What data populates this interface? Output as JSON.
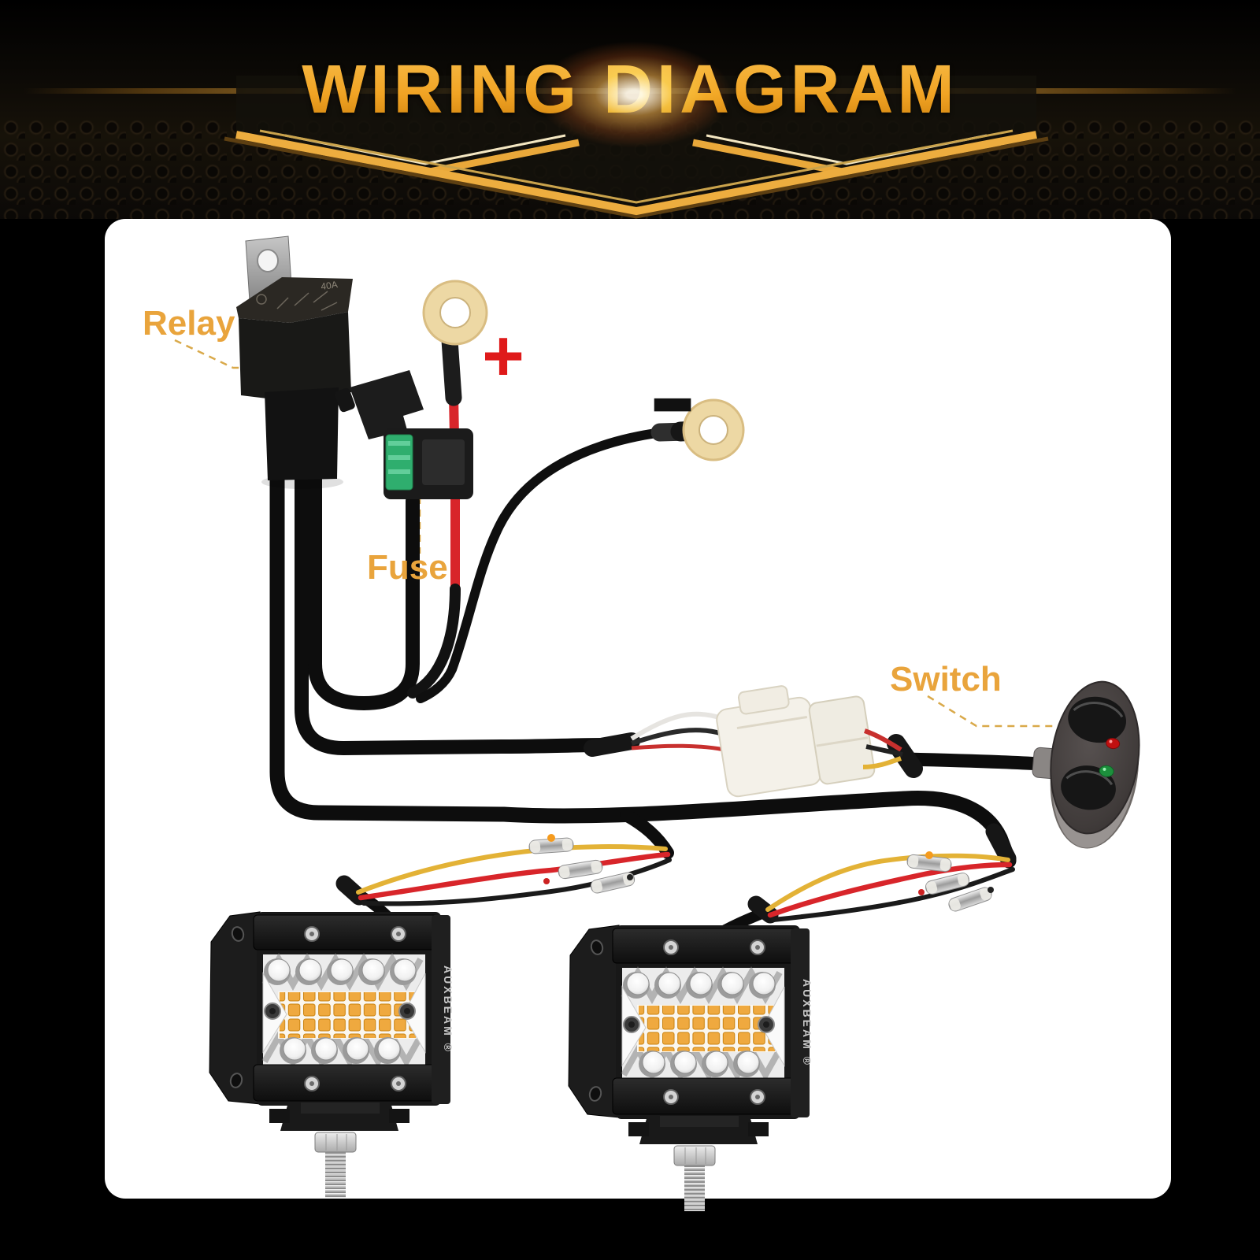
{
  "banner": {
    "title": "WIRING DIAGRAM"
  },
  "labels": {
    "relay": "Relay",
    "fuse": "Fuse",
    "switch": "Switch",
    "positive": "+",
    "negative": "−"
  },
  "relay": {
    "marking": "40A"
  },
  "brand": {
    "full": "AUXBEAM ®"
  },
  "colors": {
    "accent_gold": "#E9A43C",
    "title_gold": "#F1A424",
    "chevron_gold": "#E9A83A",
    "wire_red": "#D8252A",
    "wire_yellow": "#E3B236",
    "wire_black": "#111111",
    "fuse_green": "#2FAE6E",
    "ring_brass": "#EDD8A4",
    "led_amber": "#EFA93F",
    "switch_led_red": "#C01010",
    "switch_led_green": "#1C8F3C"
  }
}
